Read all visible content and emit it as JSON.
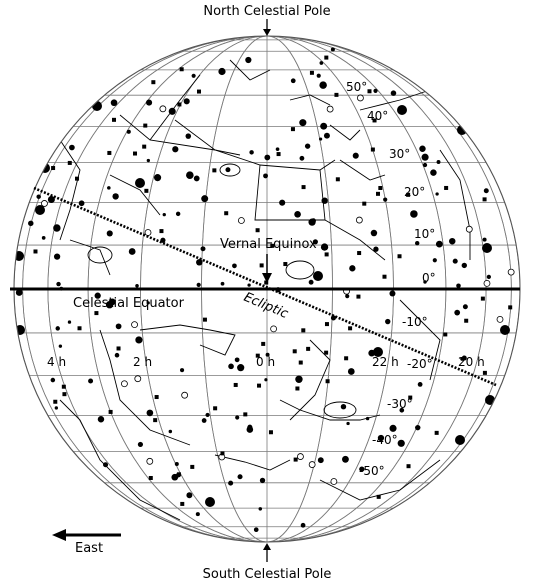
{
  "poles": {
    "north": "North Celestial Pole",
    "south": "South Celestial Pole"
  },
  "labels": {
    "vernal_equinox": "Vernal Equinox",
    "celestial_equator": "Celestial Equator",
    "ecliptic": "Ecliptic",
    "east": "East"
  },
  "declination_labels": [
    "50°",
    "40°",
    "30°",
    "20°",
    "10°",
    "0°",
    "-10°",
    "-20°",
    "-30°",
    "-40°",
    "-50°"
  ],
  "ra_labels": [
    "4 h",
    "2 h",
    "0 h",
    "22 h",
    "20 h"
  ],
  "colors": {
    "ink": "#000000",
    "grid": "#7a7a7a",
    "background": "#ffffff"
  }
}
